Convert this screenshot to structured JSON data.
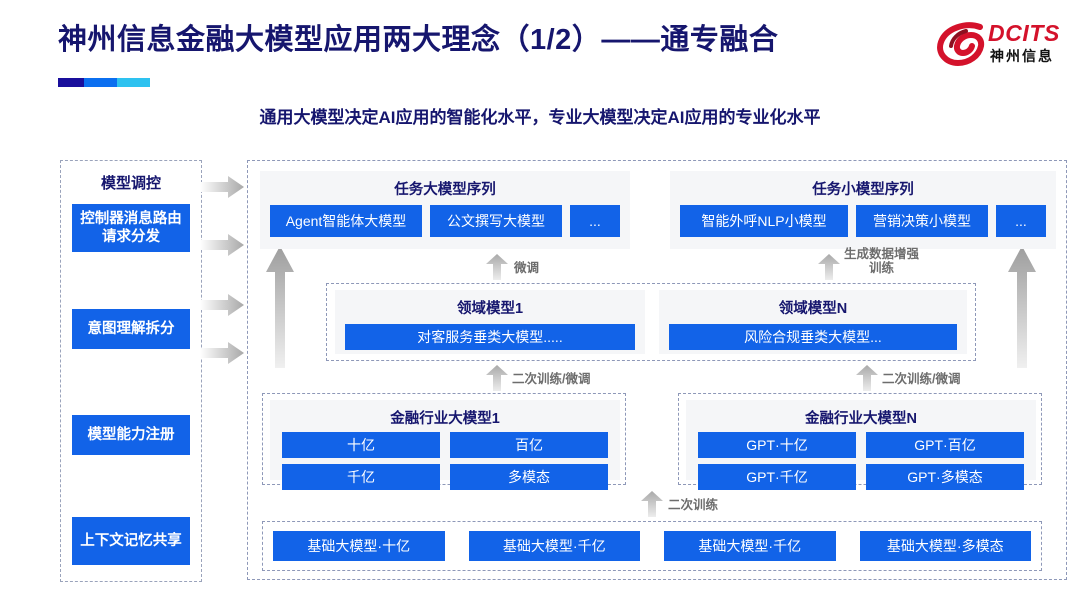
{
  "header": {
    "title": "神州信息金融大模型应用两大理念（1/2）——通专融合",
    "subtitle": "通用大模型决定AI应用的智能化水平，专业大模型决定AI应用的专业化水平",
    "logo": {
      "brand": "DCITS",
      "cn": "神州信息"
    },
    "accent_colors": [
      "#1a0f9c",
      "#0b6ff0",
      "#2ec2f0"
    ],
    "title_color": "#16166e"
  },
  "sidebar": {
    "title": "模型调控",
    "items": [
      {
        "label": "控制器消息路由请求分发"
      },
      {
        "label": "意图理解拆分"
      },
      {
        "label": "模型能力注册"
      },
      {
        "label": "上下文记忆共享"
      }
    ]
  },
  "board": {
    "task_large": {
      "title": "任务大模型序列",
      "chips": [
        "Agent智能体大模型",
        "公文撰写大模型",
        "..."
      ]
    },
    "task_small": {
      "title": "任务小模型序列",
      "chips": [
        "智能外呼NLP小模型",
        "营销决策小模型",
        "..."
      ]
    },
    "domain_left": {
      "title": "领域模型1",
      "chips": [
        "对客服务垂类大模型....."
      ]
    },
    "domain_right": {
      "title": "领域模型N",
      "chips": [
        "风险合规垂类大模型..."
      ]
    },
    "industry_left": {
      "title": "金融行业大模型1",
      "chips": [
        "十亿",
        "百亿",
        "千亿",
        "多模态"
      ]
    },
    "industry_right": {
      "title": "金融行业大模型N",
      "chips": [
        "GPT·十亿",
        "GPT·百亿",
        "GPT·千亿",
        "GPT·多模态"
      ]
    },
    "foundation": {
      "chips": [
        "基础大模型·十亿",
        "基础大模型·千亿",
        "基础大模型·千亿",
        "基础大模型·多模态"
      ]
    },
    "arrow_labels": {
      "finetune": "微调",
      "data_aug_line1": "生成数据增强",
      "data_aug_line2": "训练",
      "retrain_finetune_left": "二次训练/微调",
      "retrain_finetune_right": "二次训练/微调",
      "retrain": "二次训练"
    }
  },
  "colors": {
    "chip_blue": "#1263e8",
    "heading_navy": "#16166e",
    "arrow_gray": "#b9b9b9",
    "panel_bg": "#f5f6f8"
  }
}
